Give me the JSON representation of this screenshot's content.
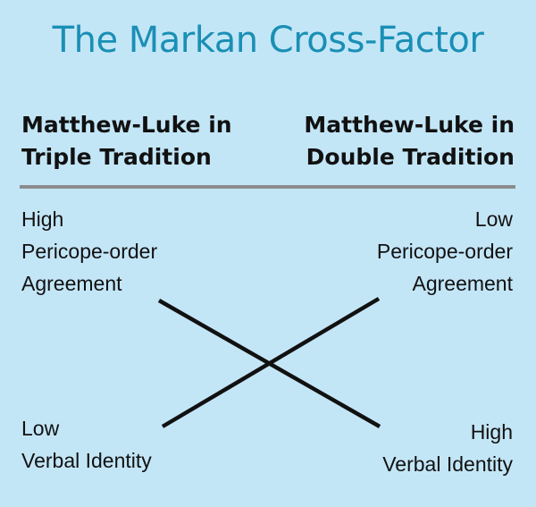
{
  "title": "The Markan Cross-Factor",
  "left_heading": {
    "line1": "Matthew-Luke in",
    "line2": "Triple Tradition"
  },
  "right_heading": {
    "line1": "Matthew-Luke in",
    "line2": "Double Tradition"
  },
  "top_left": {
    "line1": "High",
    "line2": "Pericope-order",
    "line3": "Agreement"
  },
  "top_right": {
    "line1": "Low",
    "line2": "Pericope-order",
    "line3": "Agreement"
  },
  "bottom_left": {
    "line1": "Low",
    "line2": "Verbal Identity"
  },
  "bottom_right": {
    "line1": "High",
    "line2": "Verbal Identity"
  },
  "colors": {
    "background": "#c3e6f7",
    "title": "#1a8fb5",
    "divider": "#8c8c8c",
    "text": "#111111"
  }
}
